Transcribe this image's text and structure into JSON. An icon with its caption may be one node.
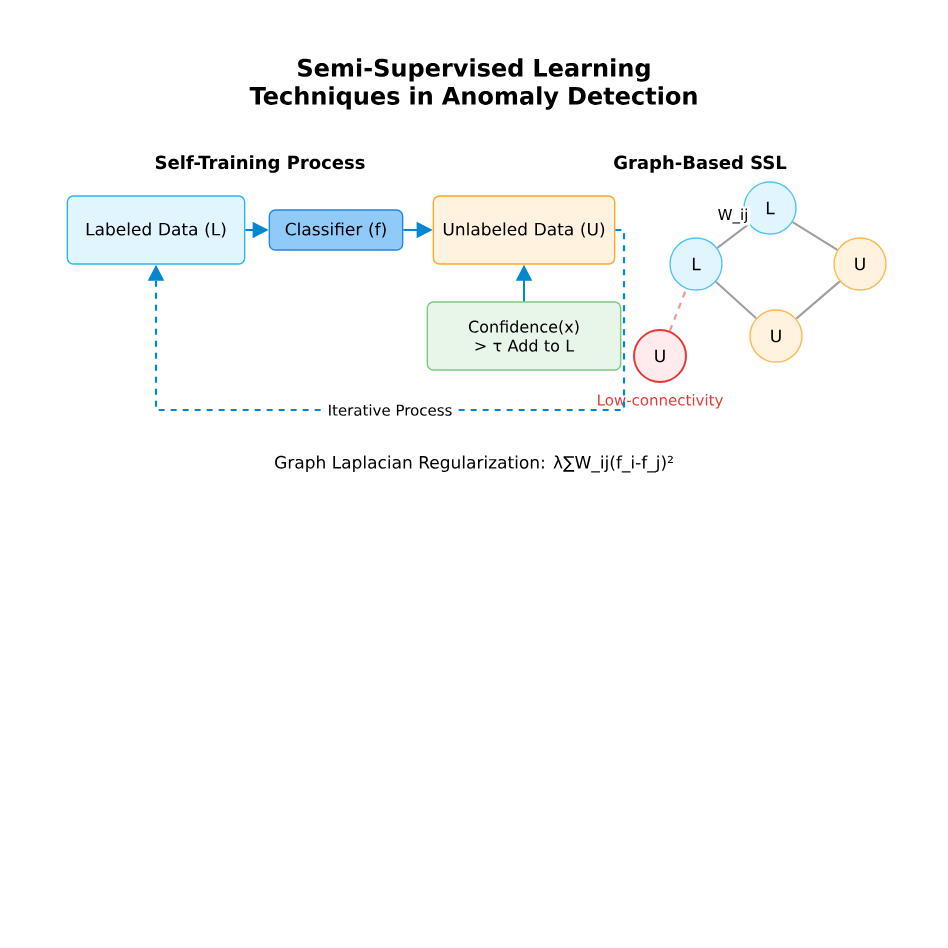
{
  "diagram": {
    "title": "Semi-Supervised Learning Techniques in Anomaly Detection",
    "nodes": [
      {
        "text": [
          "Labeled Data (L)"
        ]
      },
      {
        "text": [
          "Classifier (f)"
        ]
      },
      {
        "text": [
          "Unlabeled Data (U)"
        ]
      },
      {
        "text": [
          "Confidence(x) > τ Add to L"
        ]
      },
      {
        "text": [
          "L"
        ]
      },
      {
        "text": [
          "L"
        ]
      },
      {
        "text": [
          "U"
        ]
      },
      {
        "text": [
          "U"
        ],
        "beside": [
          "Low-connectivity"
        ]
      },
      {
        "text": [
          "U"
        ]
      }
    ],
    "edges": [
      {
        "from": 0,
        "to": 1,
        "arrow": "to",
        "color": "#0288d1"
      },
      {
        "from": 1,
        "to": 2,
        "arrow": "to",
        "color": "#0288d1"
      },
      {
        "from": 3,
        "to": 2,
        "arrow": "to",
        "color": "#0288d1"
      },
      {
        "from": 2,
        "to": 0,
        "arrow": "to",
        "style": "dashed",
        "color": "#0288d1",
        "label": "Iterative Process"
      },
      {
        "from": 5,
        "to": 4,
        "arrow": "none",
        "color": "#9e9e9e",
        "label": "W_ij"
      },
      {
        "from": 4,
        "to": 6,
        "arrow": "none",
        "color": "#9e9e9e"
      },
      {
        "from": 5,
        "to": 8,
        "arrow": "none",
        "color": "#9e9e9e"
      },
      {
        "from": 8,
        "to": 6,
        "arrow": "none",
        "color": "#9e9e9e"
      },
      {
        "from": 7,
        "to": 5,
        "arrow": "none",
        "style": "dashed",
        "color": "#ef9a9a"
      }
    ],
    "labels": [
      "Self-Training Process",
      "Graph-Based SSL",
      "Graph Laplacian Regularization: λ∑W_ij(f_i-f_j)²"
    ]
  }
}
